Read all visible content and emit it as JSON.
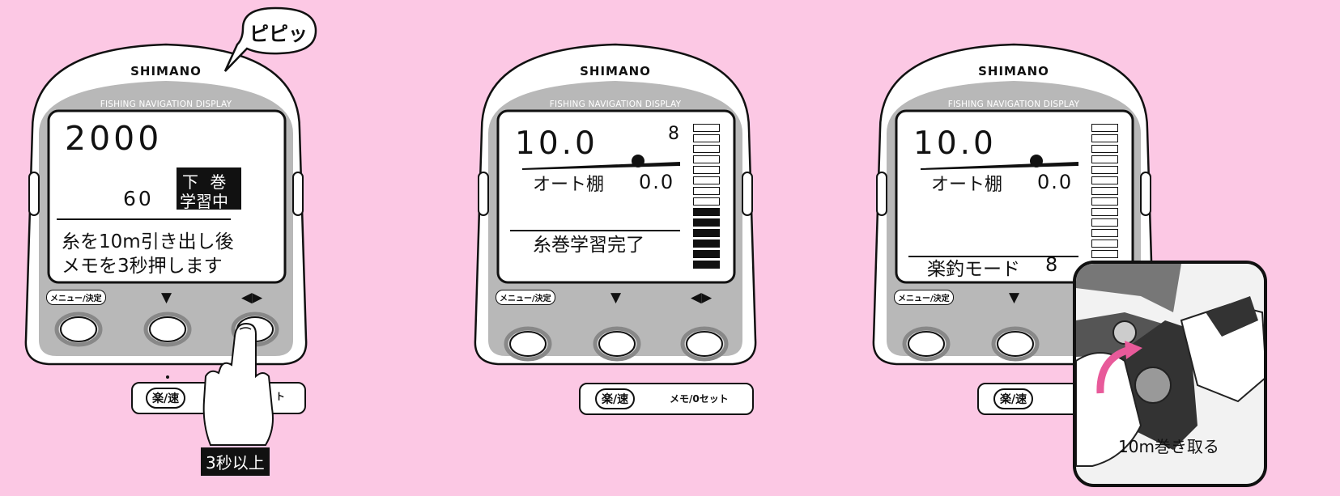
{
  "brand": "SHIMANO",
  "subtitle": "FISHING NAVIGATION DISPLAY",
  "buttons": {
    "menu": "メニュー/決定",
    "down": "▼",
    "lr": "◀▶"
  },
  "strip": {
    "raku": "楽/速",
    "memo": "メモ/0セット"
  },
  "panel1": {
    "bubble": "ピピッ",
    "depth": "2000",
    "value": "60",
    "badge_line1": "下 巻",
    "badge_line2": "学習中",
    "msg_line1": "糸を10m引き出し後",
    "msg_line2": "メモを3秒押します",
    "press_label": "3秒以上",
    "memo_partial": "ト"
  },
  "panel2": {
    "depth": "10.0",
    "counter": "8",
    "auto_label": "オート棚",
    "auto_value": "0.0",
    "status": "糸巻学習完了",
    "bars_filled": 6,
    "bars_total": 14
  },
  "panel3": {
    "depth": "10.0",
    "auto_label": "オート棚",
    "auto_value": "0.0",
    "mode_label": "楽釣モード",
    "mode_value": "8",
    "photo_caption": "10m巻き取る",
    "bars_filled": 0,
    "bars_total": 14
  }
}
